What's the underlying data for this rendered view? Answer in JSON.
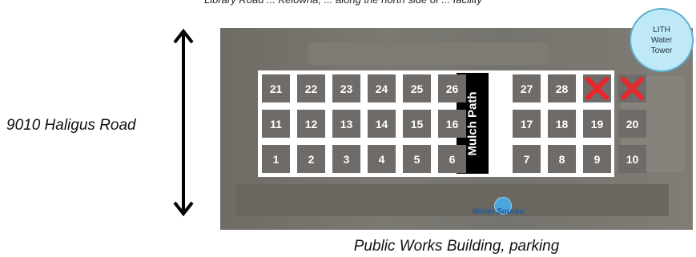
{
  "top_caption": "Library Road ... Kelowna, ... along the north side of ... facility",
  "left_road_label": "9010 Haligus Road",
  "bottom_label": "Public Works Building, parking",
  "water_tower": {
    "line1": "LITH",
    "line2": "Water",
    "line3": "Tower"
  },
  "mulch_path_label": "Mulch Path",
  "water_source_label": "Water Source",
  "plots": {
    "row1": [
      "21",
      "22",
      "23",
      "24",
      "25",
      "26",
      "27",
      "28",
      "",
      ""
    ],
    "row2": [
      "11",
      "12",
      "13",
      "14",
      "15",
      "16",
      "17",
      "18",
      "19",
      "20"
    ],
    "row3": [
      "1",
      "2",
      "3",
      "4",
      "5",
      "6",
      "7",
      "8",
      "9",
      "10"
    ],
    "unavailable": [
      [
        0,
        8
      ],
      [
        0,
        9
      ]
    ]
  },
  "colors": {
    "plot_fill": "#6e6b68",
    "x_mark": "#e8262c",
    "path": "#000000",
    "water_tower": "#bfe9f6",
    "water_source": "#1e5aa0"
  }
}
